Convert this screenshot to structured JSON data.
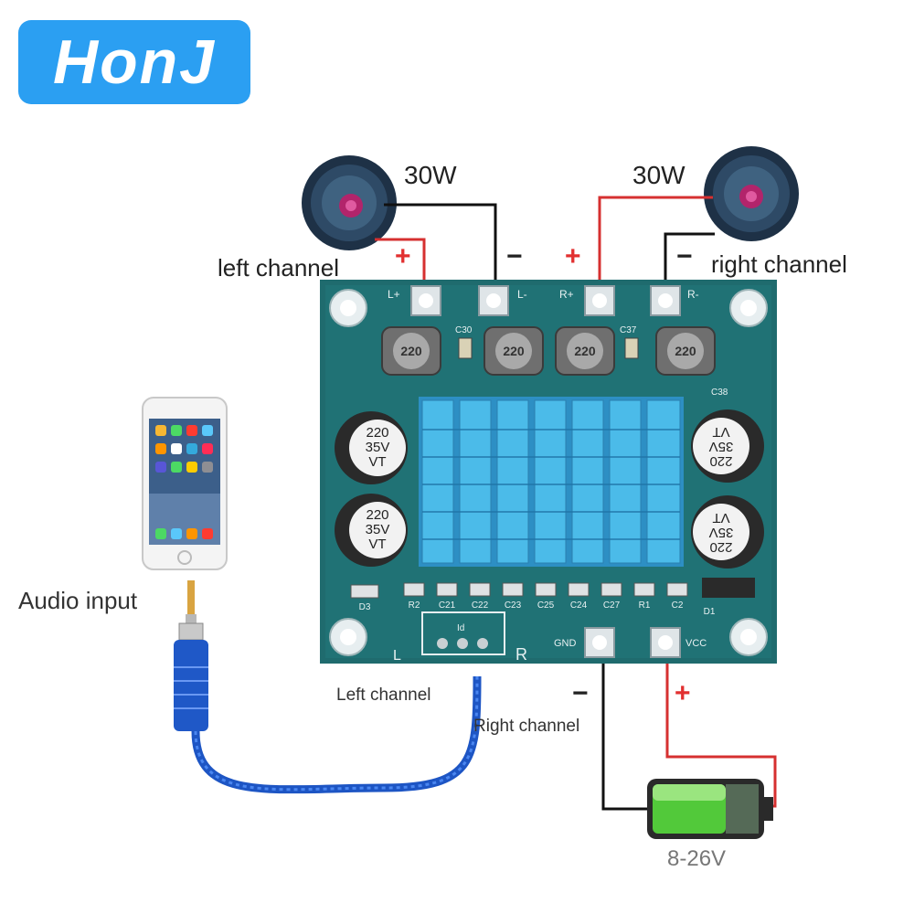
{
  "brand": {
    "logo_text": "HonJ",
    "accent": "#2b9ff2"
  },
  "speakers": {
    "left": {
      "power": "30W",
      "label": "left channel",
      "plus": "+",
      "minus": "−"
    },
    "right": {
      "power": "30W",
      "label": "right channel",
      "plus": "+",
      "minus": "−"
    }
  },
  "board": {
    "terminals": {
      "l_plus": "L+",
      "l_minus": "L-",
      "r_plus": "R+",
      "r_minus": "R-",
      "gnd": "GND",
      "vcc": "VCC"
    },
    "inductors": [
      "220",
      "220",
      "220",
      "220"
    ],
    "capacitor_small": [
      "C30",
      "C37",
      "C38"
    ],
    "electrolytics": {
      "line1": "220",
      "line2": "35V",
      "line3": "VT"
    },
    "smd_row": [
      "D3",
      "R2",
      "C21",
      "C22",
      "C23",
      "C25",
      "C24",
      "C27",
      "R1",
      "C2",
      "D1"
    ],
    "input_header": {
      "left": "L",
      "mid": "Id",
      "right": "R"
    },
    "colors": {
      "pcb": "#1f6b6e",
      "heatsink": "#35a9dd"
    }
  },
  "audio": {
    "label": "Audio input",
    "left_channel": "Left channel",
    "right_channel": "Right channel"
  },
  "power": {
    "minus": "−",
    "plus": "+",
    "range": "8-26V"
  }
}
